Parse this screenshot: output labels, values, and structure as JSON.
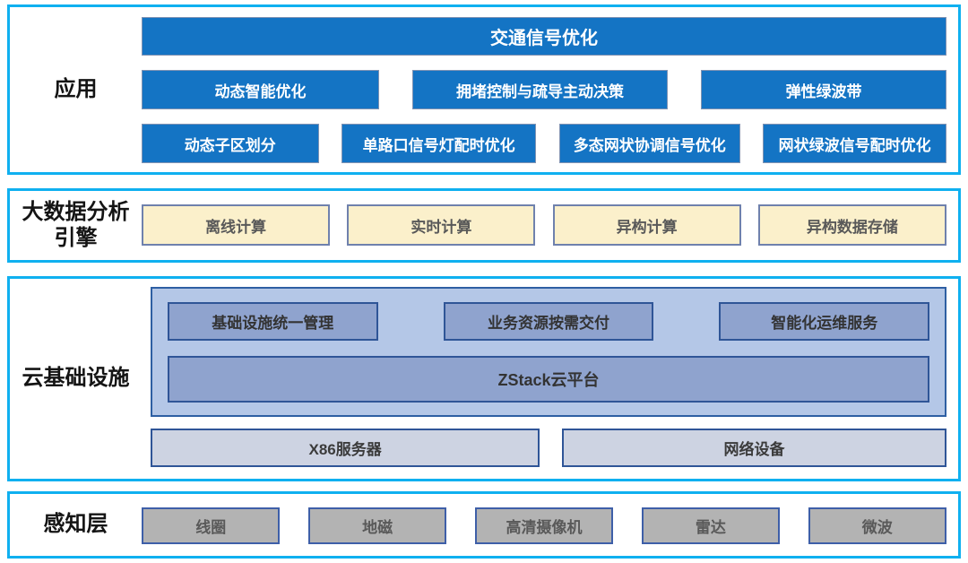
{
  "colors": {
    "section_border": "#0FB0F0",
    "app_box_fill": "#1474C4",
    "app_box_text": "#FFFFFF",
    "engine_box_fill": "#FBF0CB",
    "engine_box_border": "#6F81AD",
    "cloud_container_fill": "#B4C7E7",
    "cloud_inner_box_fill": "#8FA3CE",
    "cloud_inner_box_border": "#2F5597",
    "hardware_box_fill": "#CDD3E2",
    "sensor_box_fill": "#B3B3B3",
    "gray_text": "#595959",
    "label_text": "#141414"
  },
  "app": {
    "label": "应用",
    "header": "交通信号优化",
    "row2": [
      "动态智能优化",
      "拥堵控制与疏导主动决策",
      "弹性绿波带"
    ],
    "row3": [
      "动态子区划分",
      "单路口信号灯配时优化",
      "多态网状协调信号优化",
      "网状绿波信号配时优化"
    ]
  },
  "engine": {
    "label_line1": "大数据分析",
    "label_line2": "引擎",
    "items": [
      "离线计算",
      "实时计算",
      "异构计算",
      "异构数据存储"
    ]
  },
  "cloud": {
    "label": "云基础设施",
    "services": [
      "基础设施统一管理",
      "业务资源按需交付",
      "智能化运维服务"
    ],
    "platform": "ZStack云平台",
    "hardware": [
      "X86服务器",
      "网络设备"
    ]
  },
  "perception": {
    "label": "感知层",
    "items": [
      "线圈",
      "地磁",
      "高清摄像机",
      "雷达",
      "微波"
    ]
  }
}
